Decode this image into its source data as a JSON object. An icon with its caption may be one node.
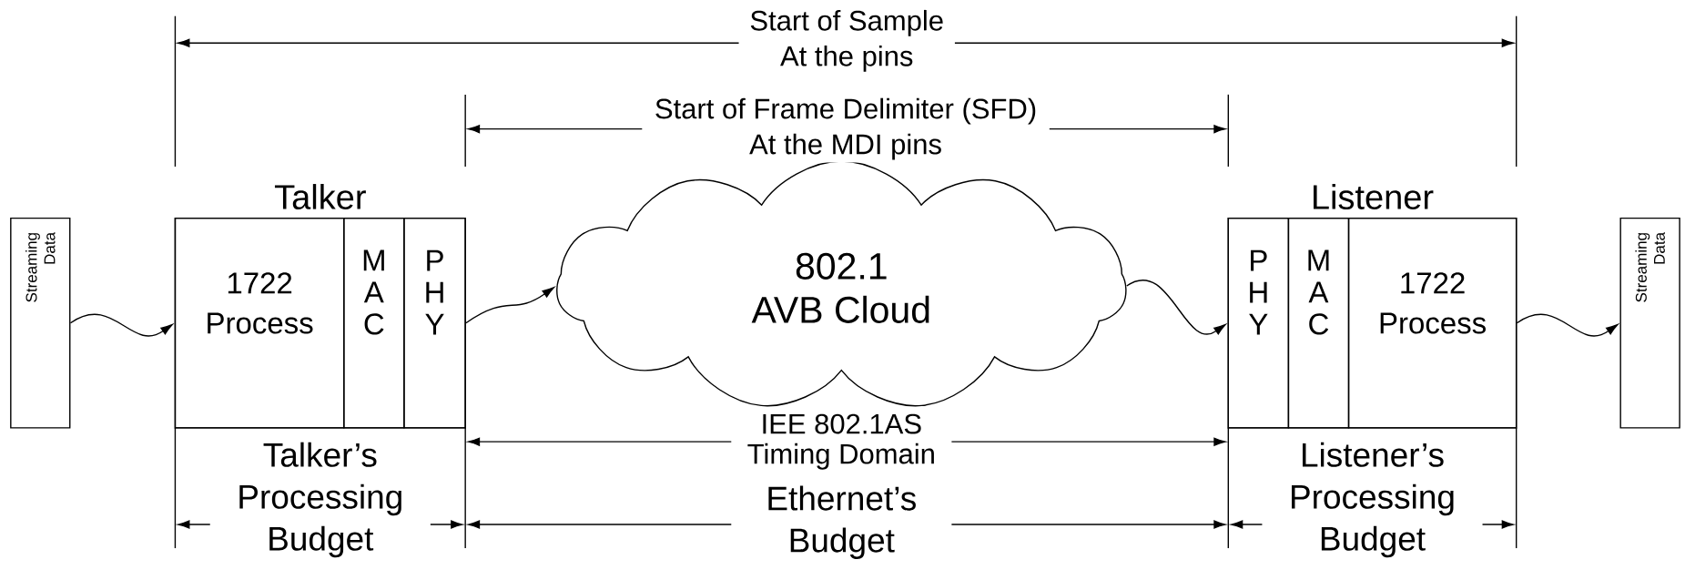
{
  "diagram": {
    "nodes": [
      {
        "text": [
          "Streaming Data"
        ]
      },
      {
        "text": [
          "Talker"
        ]
      },
      {
        "text": [
          "1722 Process"
        ],
        "in": 1
      },
      {
        "text": [
          "M A C"
        ],
        "in": 1
      },
      {
        "text": [
          "P H Y"
        ],
        "in": 1
      },
      {
        "text": [
          "802.1",
          "AVB Cloud"
        ]
      },
      {
        "text": [
          "Listener"
        ]
      },
      {
        "text": [
          "P H Y"
        ],
        "in": 6
      },
      {
        "text": [
          "M A C"
        ],
        "in": 6
      },
      {
        "text": [
          "1722 Process"
        ],
        "in": 6
      },
      {
        "text": [
          "Streaming Data"
        ]
      }
    ],
    "edges": [
      {
        "from": 0,
        "to": 2,
        "arrow": "to"
      },
      {
        "from": 4,
        "to": 5,
        "arrow": "to"
      },
      {
        "from": 5,
        "to": 7,
        "arrow": "to"
      },
      {
        "from": 9,
        "to": 10,
        "arrow": "to"
      }
    ],
    "labels": [
      "Start of Sample At the pins",
      "Start of Frame Delimiter (SFD) At the MDI pins",
      "IEE 802.1AS Timing Domain",
      "Talker’s Processing Budget",
      "Ethernet’s Budget",
      "Listener’s Processing Budget"
    ]
  }
}
